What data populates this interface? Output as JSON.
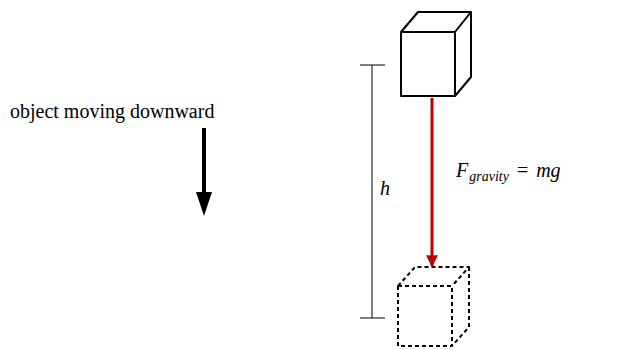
{
  "diagram": {
    "labels": [
      "object moving downward",
      "h",
      "F",
      "gravity",
      "=",
      "mg"
    ]
  }
}
